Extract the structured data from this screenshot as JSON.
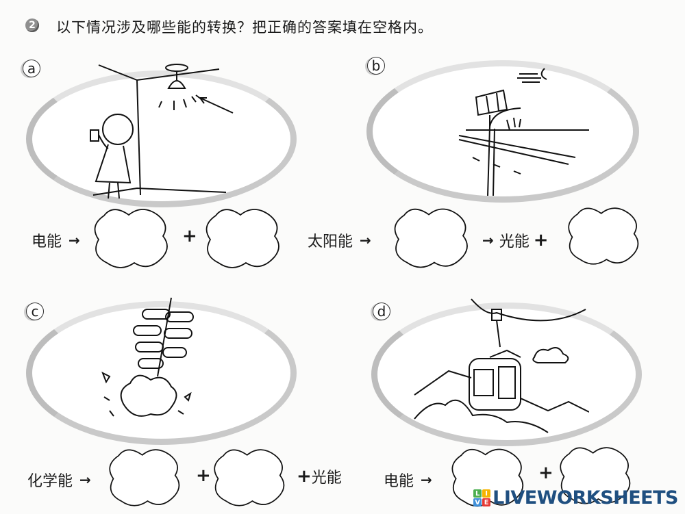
{
  "question": {
    "number": "2",
    "text": "以下情况涉及哪些能的转换？把正确的答案填在空格内。"
  },
  "panels": [
    {
      "label": "a",
      "scene": "girl switching on ceiling lamp",
      "row": [
        {
          "type": "text",
          "value": "电能"
        },
        {
          "type": "arrow",
          "value": "→"
        },
        {
          "type": "blank",
          "placeholder": ""
        },
        {
          "type": "plus",
          "value": "+"
        },
        {
          "type": "blank",
          "placeholder": ""
        }
      ]
    },
    {
      "label": "b",
      "scene": "solar-powered street lamp at night",
      "row": [
        {
          "type": "text",
          "value": "太阳能"
        },
        {
          "type": "arrow",
          "value": "→"
        },
        {
          "type": "blank",
          "placeholder": ""
        },
        {
          "type": "arrow",
          "value": "→"
        },
        {
          "type": "text",
          "value": "光能"
        },
        {
          "type": "plus",
          "value": "+"
        },
        {
          "type": "blank",
          "placeholder": ""
        }
      ]
    },
    {
      "label": "c",
      "scene": "exploding firecrackers",
      "row": [
        {
          "type": "text",
          "value": "化学能"
        },
        {
          "type": "arrow",
          "value": "→"
        },
        {
          "type": "blank",
          "placeholder": ""
        },
        {
          "type": "plus",
          "value": "+"
        },
        {
          "type": "blank",
          "placeholder": ""
        },
        {
          "type": "plus",
          "value": "+"
        },
        {
          "type": "text",
          "value": "光能"
        }
      ]
    },
    {
      "label": "d",
      "scene": "cable car over mountains",
      "row": [
        {
          "type": "text",
          "value": "电能"
        },
        {
          "type": "arrow",
          "value": "→"
        },
        {
          "type": "blank",
          "placeholder": ""
        },
        {
          "type": "plus",
          "value": "+"
        },
        {
          "type": "blank",
          "placeholder": ""
        }
      ]
    }
  ],
  "brand": {
    "tiles": [
      "L",
      "I",
      "V",
      "E"
    ],
    "tile_colors": [
      "#4caf50",
      "#f5b400",
      "#3f8fd8",
      "#e53935"
    ],
    "name": "LIVEWORKSHEETS",
    "color": "#1f4f80"
  }
}
